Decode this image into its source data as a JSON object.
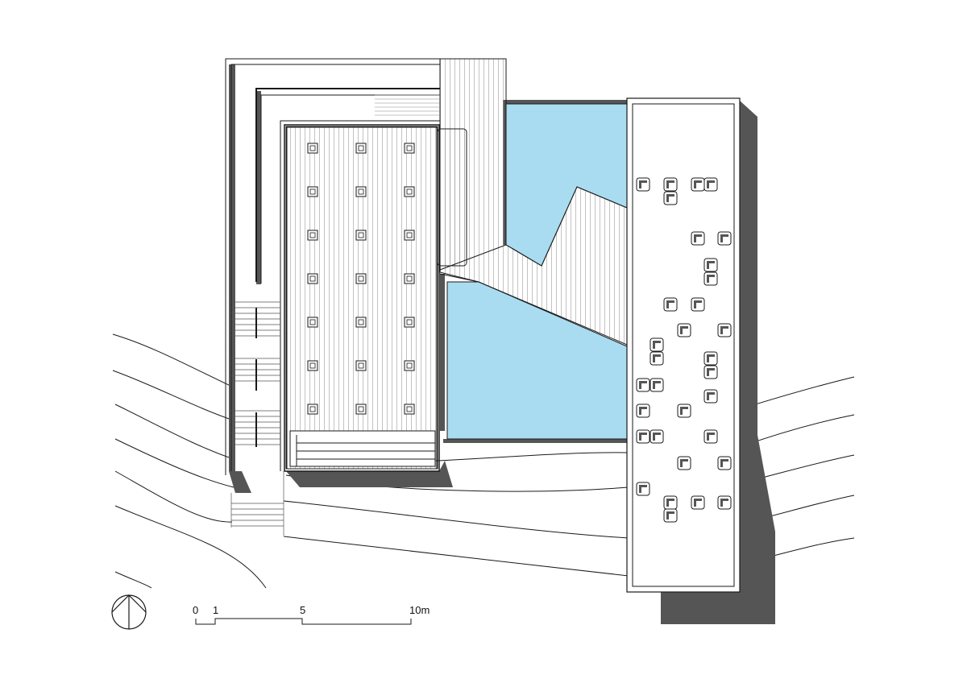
{
  "scale_bar": {
    "labels": [
      "0",
      "1",
      "5",
      "10m"
    ]
  },
  "north_arrow": {
    "icon": "north-arrow-icon"
  },
  "colors": {
    "line": "#1a1a1a",
    "shadow": "#555555",
    "water": "#a9dcf0",
    "background": "#ffffff"
  }
}
